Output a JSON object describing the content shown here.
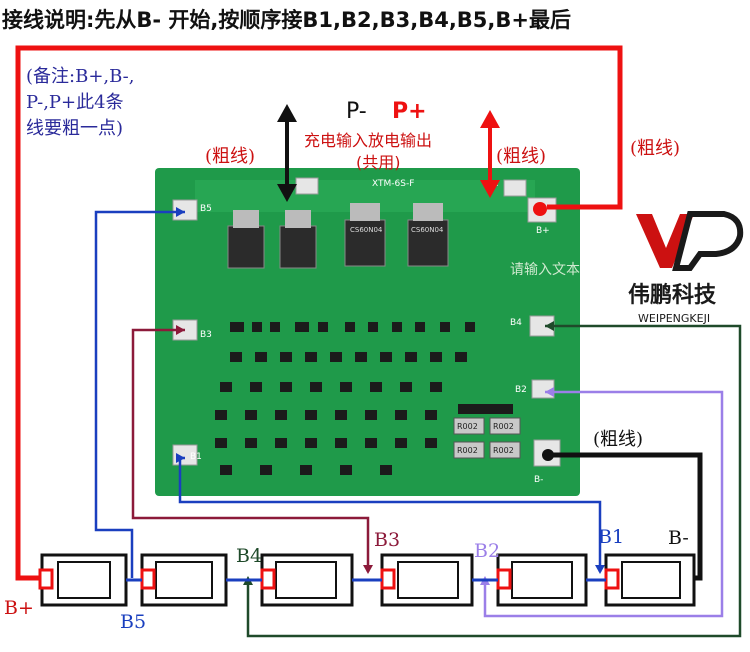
{
  "title": "接线说明:先从B- 开始,按顺序接B1,B2,B3,B4,B5,B+最后",
  "note": [
    "(备注:B+,B-,",
    "P-,P+此4条",
    "线要粗一点)"
  ],
  "thick_wire_label": "(粗线)",
  "p_minus": "P-",
  "p_plus": "P+",
  "charge_label": "充电输入放电输出",
  "shared_label": "(共用)",
  "board": {
    "model": "XTM-6S-F",
    "pad_p_minus": "P-",
    "pad_p_plus": "P+",
    "pads": [
      "B5",
      "B3",
      "B4",
      "B2",
      "B1",
      "B+",
      "B-"
    ],
    "mosfet_left": [
      "",
      ""
    ],
    "mosfet_right": [
      "CS60N04",
      "CS60N04"
    ],
    "shunts": [
      "R002",
      "R002",
      "R002",
      "R002"
    ],
    "watermark": "请输入文本"
  },
  "logo": {
    "name_cn": "伟鹏科技",
    "name_en": "WEIPENGKEJI"
  },
  "battery_labels": {
    "bplus": "B+",
    "b5": "B5",
    "b4": "B4",
    "b3": "B3",
    "b2": "B2",
    "b1": "B1",
    "bminus": "B-"
  },
  "colors": {
    "red_wire": "#ee1111",
    "blue_wire": "#1a3fbf",
    "maroon_wire": "#8c1a3a",
    "green_wire": "#1f4a2a",
    "purple_wire": "#9b7fe8",
    "black_wire": "#111111",
    "pcb": "#1f9a4a"
  }
}
